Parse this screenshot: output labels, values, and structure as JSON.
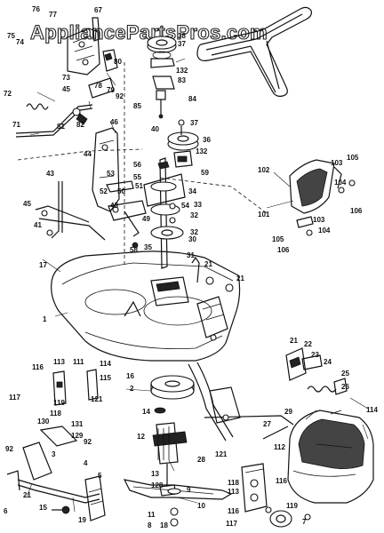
{
  "watermark": "AppliancePartsPros.com",
  "labels": [
    "76",
    "77",
    "67",
    "75",
    "74",
    "38",
    "37",
    "80",
    "73",
    "78",
    "79",
    "92",
    "132",
    "83",
    "84",
    "72",
    "45",
    "85",
    "81",
    "82",
    "71",
    "46",
    "40",
    "37",
    "36",
    "132",
    "44",
    "56",
    "55",
    "59",
    "43",
    "53",
    "52",
    "51",
    "50",
    "34",
    "33",
    "32",
    "48",
    "49",
    "54",
    "45",
    "41",
    "32",
    "35",
    "30",
    "58",
    "31",
    "21",
    "17",
    "21",
    "1",
    "102",
    "103",
    "105",
    "104",
    "106",
    "101",
    "103",
    "104",
    "105",
    "106",
    "21",
    "22",
    "23",
    "24",
    "25",
    "26",
    "116",
    "113",
    "111",
    "114",
    "115",
    "117",
    "119",
    "121",
    "118",
    "2",
    "16",
    "131",
    "130",
    "129",
    "3",
    "92",
    "92",
    "4",
    "5",
    "6",
    "21",
    "19",
    "15",
    "14",
    "12",
    "13",
    "128",
    "9",
    "11",
    "10",
    "8",
    "18",
    "28",
    "29",
    "27",
    "114",
    "121",
    "112",
    "116",
    "118",
    "113",
    "117",
    "119",
    "116",
    "7"
  ]
}
